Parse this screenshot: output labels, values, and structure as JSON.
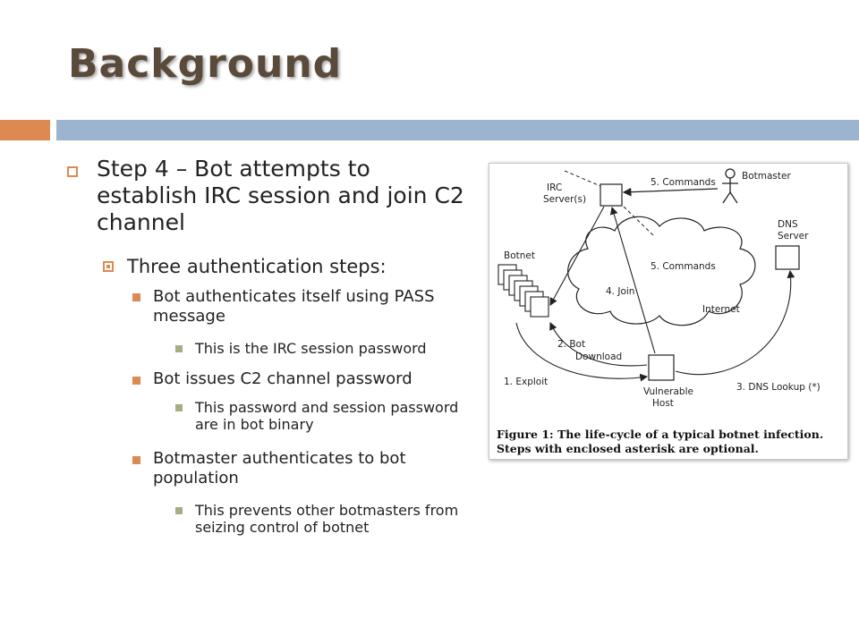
{
  "slide": {
    "title": "Background",
    "colors": {
      "accent": "#dc8a52",
      "bar": "#9cb4cf",
      "title": "#5a4a3a",
      "level4_bullet": "#a7ad80"
    }
  },
  "content": {
    "bullet1": "Step 4 – Bot attempts to establish IRC session and join C2 channel",
    "bullet2": "Three authentication steps:",
    "items": [
      {
        "text": "Bot authenticates itself using PASS message",
        "sub": "This is the IRC session password"
      },
      {
        "text": "Bot issues C2 channel password",
        "sub": "This password and session password are in bot binary"
      },
      {
        "text": "Botmaster authenticates to bot population",
        "sub": "This prevents other botmasters from seizing control of botnet"
      }
    ]
  },
  "figure": {
    "labels": {
      "irc1": "IRC",
      "irc2": "Server(s)",
      "commands_top": "5. Commands",
      "botmaster": "Botmaster",
      "dns1": "DNS",
      "dns2": "Server",
      "botnet": "Botnet",
      "commands_mid": "5. Commands",
      "join": "4. Join",
      "internet": "Internet",
      "download1": "2. Bot",
      "download2": "Download",
      "exploit": "1. Exploit",
      "vulnerable1": "Vulnerable",
      "vulnerable2": "Host",
      "dns_lookup": "3. DNS Lookup (*)"
    },
    "caption": "Figure 1: The life-cycle of a typical botnet infection. Steps with enclosed asterisk are optional."
  }
}
